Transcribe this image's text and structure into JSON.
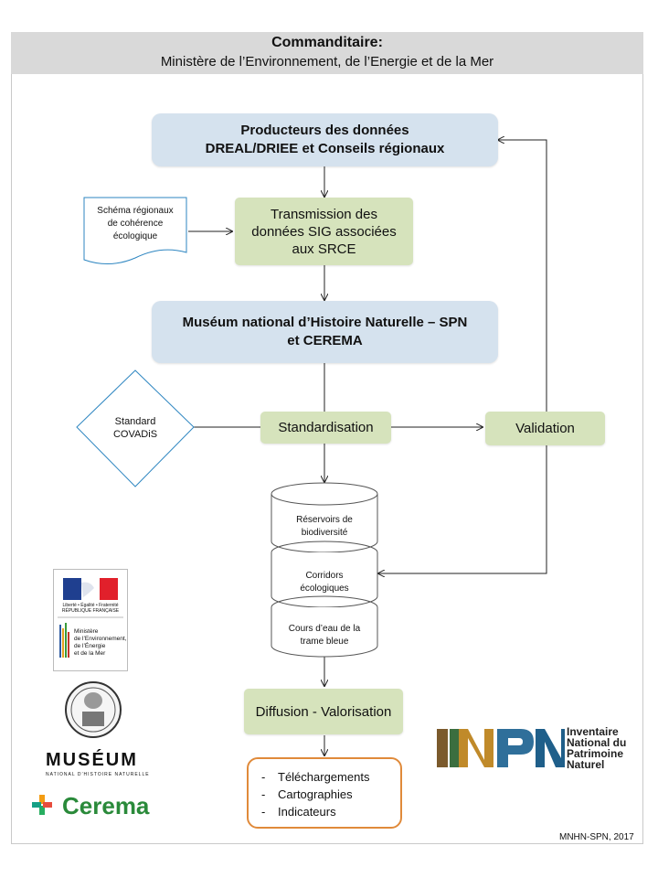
{
  "header": {
    "title": "Commanditaire:",
    "subtitle": "Ministère de l’Environnement, de l’Energie et de la Mer"
  },
  "nodes": {
    "producers": {
      "line1": "Producteurs des données",
      "line2": "DREAL/DRIEE et Conseils régionaux"
    },
    "transmission": {
      "line1": "Transmission des",
      "line2": "données SIG associées",
      "line3": "aux SRCE"
    },
    "schema": {
      "line1": "Schéma régionaux",
      "line2": "de cohérence",
      "line3": "écologique"
    },
    "museum": {
      "line1": "Muséum national d’Histoire Naturelle – SPN",
      "line2": "et CEREMA"
    },
    "standard": {
      "line1": "Standard",
      "line2": "COVADiS"
    },
    "standardisation": "Standardisation",
    "validation": "Validation",
    "reservoirs": {
      "line1": "Réservoirs de",
      "line2": "biodiversité"
    },
    "corridors": {
      "line1": "Corridors",
      "line2": "écologiques"
    },
    "cours": {
      "line1": "Cours d’eau de la",
      "line2": "trame bleue"
    },
    "diffusion": "Diffusion - Valorisation",
    "outputs": [
      "Téléchargements",
      "Cartographies",
      "Indicateurs"
    ]
  },
  "logos": {
    "republique": "Liberté • Égalité • Fraternité  RÉPUBLIQUE FRANÇAISE",
    "ministere": [
      "Ministère",
      "de l’Environnement,",
      "de l’Énergie",
      "et de la Mer"
    ],
    "museum_title": "MUSÉUM",
    "museum_sub": "NATIONAL D’HISTOIRE NATURELLE",
    "cerema": "Cerema",
    "inpn": [
      "Inventaire",
      "National du",
      "Patrimoine",
      "Naturel"
    ]
  },
  "credit": "MNHN-SPN, 2017",
  "colors": {
    "blue_box": "#d5e2ee",
    "green_box": "#d6e3bc",
    "orange_border": "#e08a3a",
    "diamond_border": "#2e86c1"
  }
}
